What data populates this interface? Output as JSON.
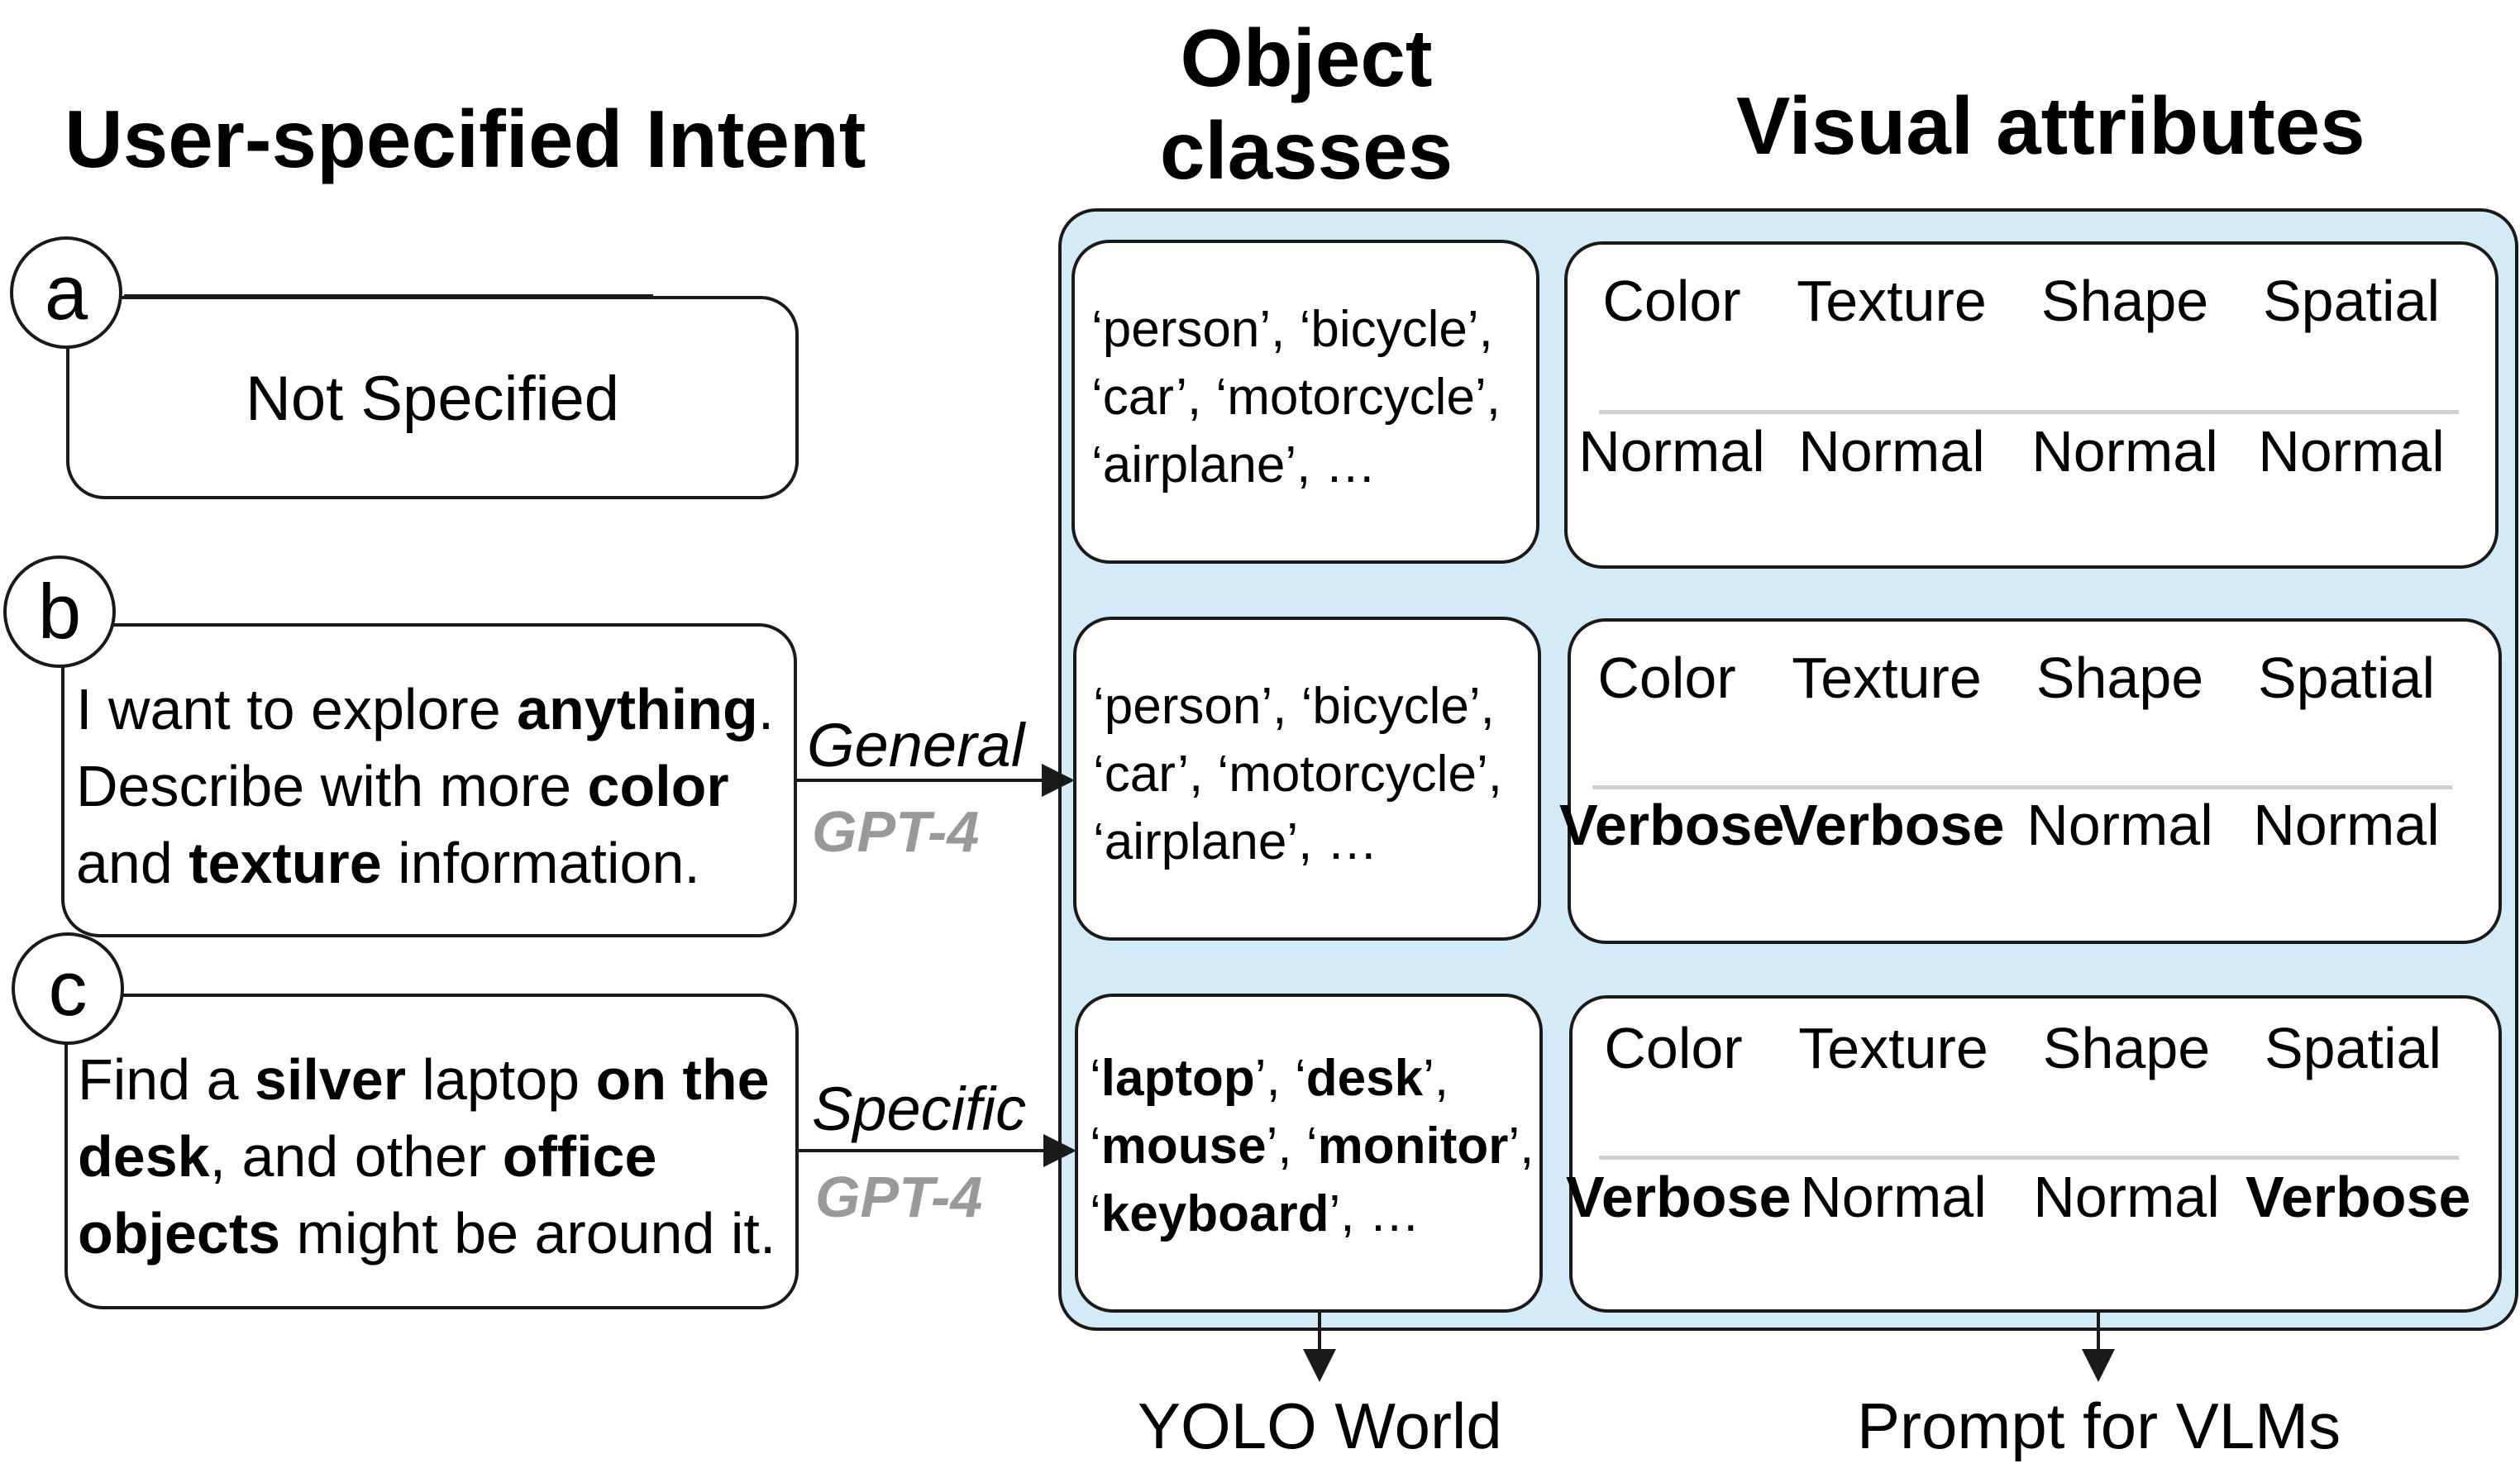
{
  "headings": {
    "intent": "User-specified Intent",
    "object_classes_line1": "Object",
    "object_classes_line2": "classes",
    "visual_attributes": "Visual attributes"
  },
  "cases": [
    {
      "label": "a",
      "intent_parts": [
        {
          "text": "Not Specified",
          "bold": false
        }
      ],
      "classes_lines": [
        [
          {
            "text": "‘person’, ‘bicycle’,",
            "bold": false
          }
        ],
        [
          {
            "text": "‘car’, ‘motorcycle’,",
            "bold": false
          }
        ],
        [
          {
            "text": "‘airplane’, …",
            "bold": false
          }
        ]
      ],
      "attributes": [
        {
          "name": "Color",
          "level": "Normal",
          "bold": false
        },
        {
          "name": "Texture",
          "level": "Normal",
          "bold": false
        },
        {
          "name": "Shape",
          "level": "Normal",
          "bold": false
        },
        {
          "name": "Spatial",
          "level": "Normal",
          "bold": false
        }
      ]
    },
    {
      "label": "b",
      "intent_lines": [
        [
          {
            "text": "I want to explore ",
            "bold": false
          },
          {
            "text": "anything",
            "bold": true
          },
          {
            "text": ".",
            "bold": false
          }
        ],
        [
          {
            "text": "Describe with more ",
            "bold": false
          },
          {
            "text": "color",
            "bold": true
          }
        ],
        [
          {
            "text": "and ",
            "bold": false
          },
          {
            "text": "texture",
            "bold": true
          },
          {
            "text": " information.",
            "bold": false
          }
        ]
      ],
      "arrow_label": "General",
      "arrow_model": "GPT-4",
      "classes_lines": [
        [
          {
            "text": "‘person’, ‘bicycle’,",
            "bold": false
          }
        ],
        [
          {
            "text": "‘car’, ‘motorcycle’,",
            "bold": false
          }
        ],
        [
          {
            "text": "‘airplane’, …",
            "bold": false
          }
        ]
      ],
      "attributes": [
        {
          "name": "Color",
          "level": "Verbose",
          "bold": true
        },
        {
          "name": "Texture",
          "level": "Verbose",
          "bold": true
        },
        {
          "name": "Shape",
          "level": "Normal",
          "bold": false
        },
        {
          "name": "Spatial",
          "level": "Normal",
          "bold": false
        }
      ]
    },
    {
      "label": "c",
      "intent_lines": [
        [
          {
            "text": "Find a ",
            "bold": false
          },
          {
            "text": "silver",
            "bold": true
          },
          {
            "text": " laptop ",
            "bold": false
          },
          {
            "text": "on the",
            "bold": true
          }
        ],
        [
          {
            "text": "desk",
            "bold": true
          },
          {
            "text": ", and other ",
            "bold": false
          },
          {
            "text": "office",
            "bold": true
          }
        ],
        [
          {
            "text": "objects",
            "bold": true
          },
          {
            "text": " might be around it.",
            "bold": false
          }
        ]
      ],
      "arrow_label": "Specific",
      "arrow_model": "GPT-4",
      "classes_lines": [
        [
          {
            "text": "‘",
            "bold": false
          },
          {
            "text": "laptop",
            "bold": true
          },
          {
            "text": "’, ‘",
            "bold": false
          },
          {
            "text": "desk",
            "bold": true
          },
          {
            "text": "’,",
            "bold": false
          }
        ],
        [
          {
            "text": "‘",
            "bold": false
          },
          {
            "text": "mouse",
            "bold": true
          },
          {
            "text": "’, ‘",
            "bold": false
          },
          {
            "text": "monitor",
            "bold": true
          },
          {
            "text": "’,",
            "bold": false
          }
        ],
        [
          {
            "text": "‘",
            "bold": false
          },
          {
            "text": "keyboard",
            "bold": true
          },
          {
            "text": "’, …",
            "bold": false
          }
        ]
      ],
      "attributes": [
        {
          "name": "Color",
          "level": "Verbose",
          "bold": true
        },
        {
          "name": "Texture",
          "level": "Normal",
          "bold": false
        },
        {
          "name": "Shape",
          "level": "Normal",
          "bold": false
        },
        {
          "name": "Spatial",
          "level": "Verbose",
          "bold": true
        }
      ]
    }
  ],
  "outputs": {
    "object_classes_target": "YOLO World",
    "visual_attributes_target": "Prompt for VLMs"
  },
  "colors": {
    "panel_fill": "#d3ebf9",
    "panel_stroke": "#1a1a1a",
    "gpt_label": "#999999",
    "divider": "#d0d0d0"
  }
}
